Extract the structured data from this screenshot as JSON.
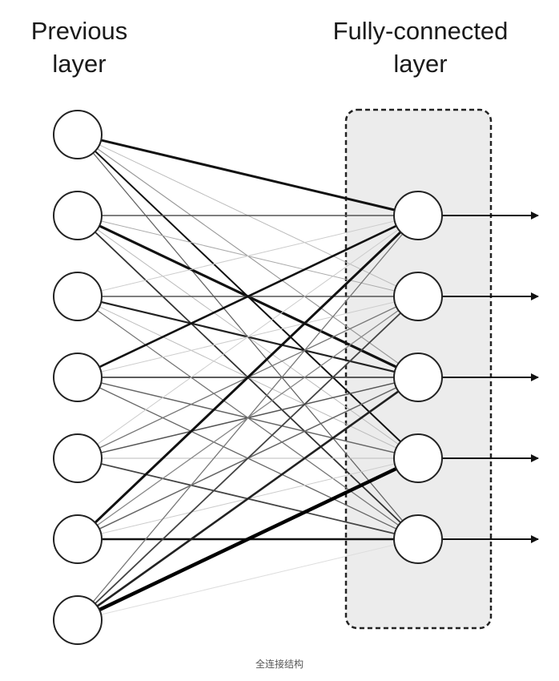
{
  "labels": {
    "previous_layer_line1": "Previous",
    "previous_layer_line2": "layer",
    "fc_layer_line1": "Fully-connected",
    "fc_layer_line2": "layer"
  },
  "caption": "全连接结构",
  "layers": {
    "previous": {
      "node_count": 7
    },
    "fully_connected": {
      "node_count": 5
    }
  },
  "connections": [
    [
      0,
      0,
      3.0,
      "#111111"
    ],
    [
      0,
      1,
      1.0,
      "#bbbbbb"
    ],
    [
      0,
      2,
      1.2,
      "#999999"
    ],
    [
      0,
      3,
      2.0,
      "#111111"
    ],
    [
      0,
      4,
      1.3,
      "#666666"
    ],
    [
      1,
      0,
      1.6,
      "#555555"
    ],
    [
      1,
      1,
      1.0,
      "#aaaaaa"
    ],
    [
      1,
      2,
      3.2,
      "#111111"
    ],
    [
      1,
      3,
      1.0,
      "#bbbbbb"
    ],
    [
      1,
      4,
      1.8,
      "#333333"
    ],
    [
      2,
      0,
      1.0,
      "#cccccc"
    ],
    [
      2,
      1,
      1.5,
      "#555555"
    ],
    [
      2,
      2,
      2.2,
      "#222222"
    ],
    [
      2,
      3,
      1.0,
      "#bbbbbb"
    ],
    [
      2,
      4,
      1.3,
      "#777777"
    ],
    [
      3,
      0,
      2.6,
      "#111111"
    ],
    [
      3,
      1,
      1.0,
      "#cccccc"
    ],
    [
      3,
      2,
      1.8,
      "#444444"
    ],
    [
      3,
      3,
      1.5,
      "#666666"
    ],
    [
      3,
      4,
      1.3,
      "#666666"
    ],
    [
      4,
      0,
      1.0,
      "#cccccc"
    ],
    [
      4,
      1,
      1.3,
      "#777777"
    ],
    [
      4,
      2,
      1.5,
      "#555555"
    ],
    [
      4,
      3,
      1.0,
      "#bbbbbb"
    ],
    [
      4,
      4,
      1.8,
      "#444444"
    ],
    [
      5,
      0,
      3.0,
      "#111111"
    ],
    [
      5,
      1,
      1.3,
      "#888888"
    ],
    [
      5,
      2,
      1.5,
      "#666666"
    ],
    [
      5,
      3,
      1.0,
      "#cccccc"
    ],
    [
      5,
      4,
      2.6,
      "#111111"
    ],
    [
      6,
      0,
      1.3,
      "#777777"
    ],
    [
      6,
      1,
      1.8,
      "#444444"
    ],
    [
      6,
      2,
      2.6,
      "#222222"
    ],
    [
      6,
      3,
      4.5,
      "#000000"
    ],
    [
      6,
      4,
      1.0,
      "#dddddd"
    ]
  ],
  "colors": {
    "node_fill": "#ffffff",
    "node_stroke": "#222222",
    "box_fill": "#ececec",
    "box_stroke": "#222222",
    "arrow": "#111111"
  }
}
